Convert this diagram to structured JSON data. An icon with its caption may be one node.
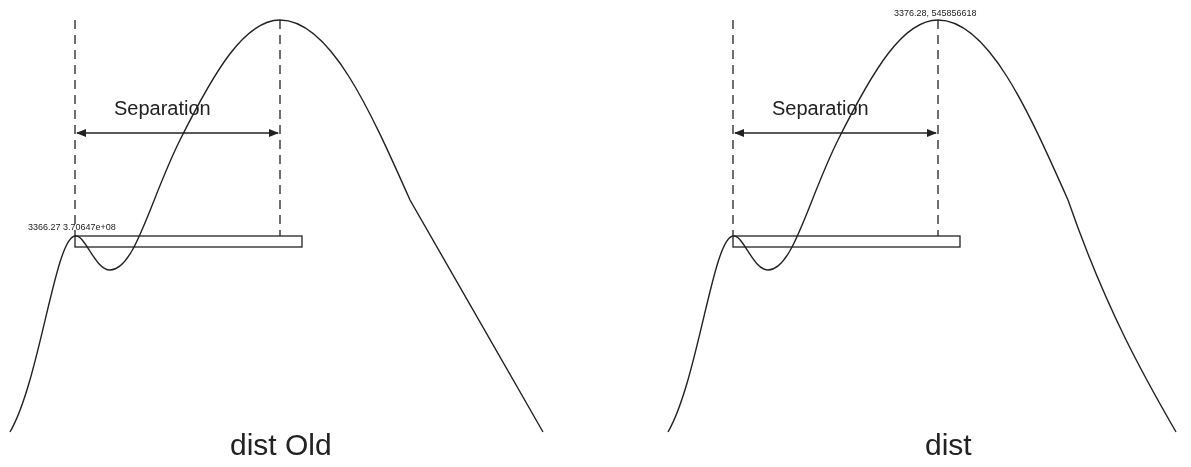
{
  "diagram": {
    "labels": [
      "Separation",
      "3366.27  3.70647e+08",
      "dist Old",
      "3376.28, 545856618",
      "Separation",
      "dist"
    ]
  }
}
